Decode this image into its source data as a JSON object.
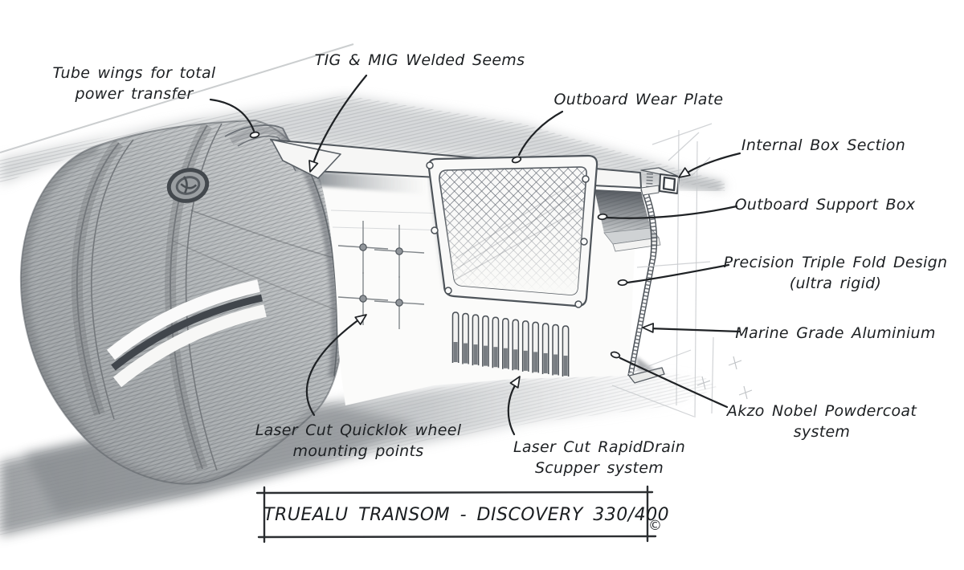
{
  "title_block": {
    "title": "TRUEALU TRANSOM - DISCOVERY 330/400",
    "copyright": "©"
  },
  "labels": {
    "tube_wings": {
      "text": "Tube wings for total\npower transfer"
    },
    "tig_mig": {
      "text": "TIG & MIG Welded Seems"
    },
    "outboard_wear_plate": {
      "text": "Outboard Wear Plate"
    },
    "internal_box_section": {
      "text": "Internal Box Section"
    },
    "outboard_support_box": {
      "text": "Outboard Support Box"
    },
    "precision_fold": {
      "text": "Precision Triple Fold Design\n(ultra rigid)"
    },
    "marine_grade": {
      "text": "Marine Grade Aluminium"
    },
    "akzo": {
      "text": "Akzo Nobel Powdercoat\nsystem"
    },
    "quicklok": {
      "text": "Laser Cut Quicklok wheel\nmounting points"
    },
    "rapiddrain": {
      "text": "Laser Cut RapidDrain\nScupper system"
    }
  },
  "colors": {
    "ink": "#1f2225",
    "paper": "#ffffff",
    "pencil_light": "#cfd2d4",
    "pencil_mid": "#aab0b4",
    "pencil_dark": "#5f646a"
  }
}
